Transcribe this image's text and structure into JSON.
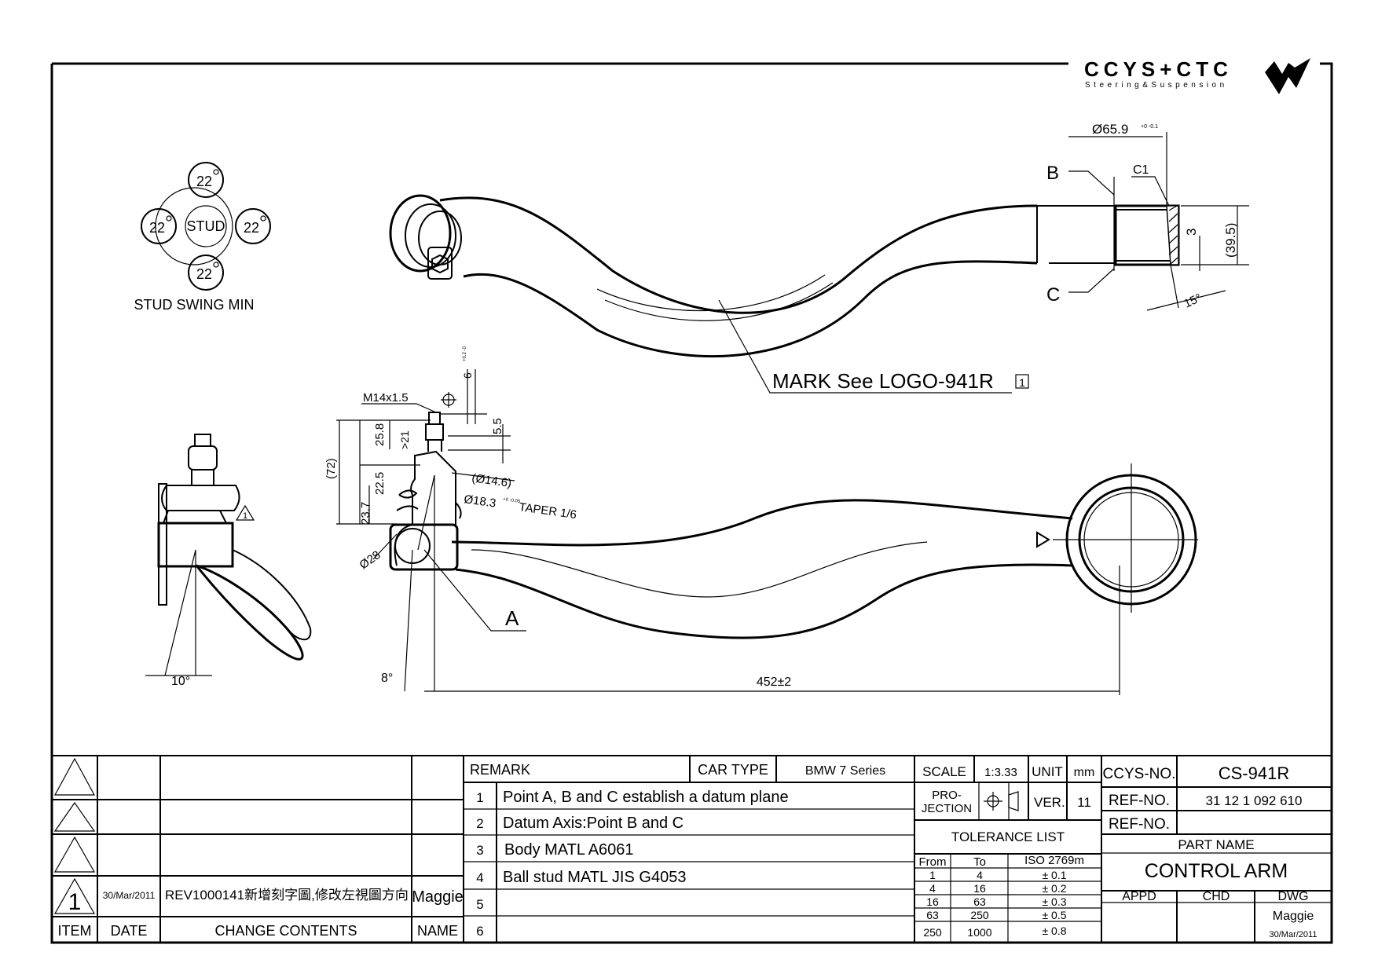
{
  "logo": {
    "brand": "CCYS+CTC",
    "tagline": "Steering&Suspension"
  },
  "stud_swing": {
    "center": "STUD",
    "top": "22",
    "left": "22",
    "right": "22",
    "bottom": "22",
    "caption": "STUD SWING MIN"
  },
  "dims": {
    "outer_dia": "Ø65.9",
    "outer_dia_tol": "+0 -0.1",
    "chamfer": "C1",
    "point_b": "B",
    "point_c": "C",
    "point_a": "A",
    "width_3": "3",
    "height_39": "(39.5)",
    "angle_15": "15°",
    "mark_note": "MARK See LOGO-941R",
    "mark_flag": "1",
    "thread": "M14x1.5",
    "d6": "6",
    "d6_tol": "+0.2 -0",
    "d5_5": "5.5",
    "d72": "(72)",
    "d25_8": "25.8",
    "d21": ">21",
    "d22_5": "22.5",
    "d23_7": "23.7",
    "d14_6": "(Ø14.6)",
    "d18_3": "Ø18.3",
    "d18_3_tol": "+0 -0.05",
    "taper": "TAPER 1/6",
    "d28": "Ø28",
    "rev_flag": "1",
    "angle_10": "10°",
    "angle_8": "8°",
    "length": "452±2"
  },
  "revision": {
    "rows": [
      {
        "item": "",
        "date": "",
        "contents": "",
        "name": ""
      },
      {
        "item": "",
        "date": "",
        "contents": "",
        "name": ""
      },
      {
        "item": "",
        "date": "",
        "contents": "",
        "name": ""
      },
      {
        "item": "1",
        "date": "30/Mar/2011",
        "contents": "REV1000141新增刻字圖,修改左視圖方向",
        "name": "Maggie"
      }
    ],
    "headers": {
      "item": "ITEM",
      "date": "DATE",
      "contents": "CHANGE CONTENTS",
      "name": "NAME"
    }
  },
  "remarks": {
    "header": "REMARK",
    "car_type_label": "CAR TYPE",
    "car_type": "BMW 7 Series",
    "items": [
      {
        "no": "1",
        "text": "Point A, B and C establish a datum plane"
      },
      {
        "no": "2",
        "text": "Datum Axis:Point B and C"
      },
      {
        "no": "3",
        "text": "Body MATL A6061"
      },
      {
        "no": "4",
        "text": "Ball stud MATL JIS G4053"
      },
      {
        "no": "5",
        "text": ""
      },
      {
        "no": "6",
        "text": ""
      }
    ]
  },
  "spec": {
    "scale_label": "SCALE",
    "scale": "1:3.33",
    "unit_label": "UNIT",
    "unit": "mm",
    "projection_label": "PRO-JECTION",
    "ver_label": "VER.",
    "ver": "11",
    "tolerance_title": "TOLERANCE LIST",
    "tol_headers": {
      "from": "From",
      "to": "To",
      "iso": "ISO 2769m"
    },
    "tolerances": [
      {
        "from": "1",
        "to": "4",
        "tol": "± 0.1"
      },
      {
        "from": "4",
        "to": "16",
        "tol": "± 0.2"
      },
      {
        "from": "16",
        "to": "63",
        "tol": "± 0.3"
      },
      {
        "from": "63",
        "to": "250",
        "tol": "± 0.5"
      },
      {
        "from": "250",
        "to": "1000",
        "tol": "± 0.8"
      }
    ]
  },
  "title": {
    "ccys_no_label": "CCYS-NO.",
    "ccys_no": "CS-941R",
    "ref_no_label": "REF-NO.",
    "ref_no": "31 12 1 092 610",
    "ref_no2_label": "REF-NO.",
    "ref_no2": "",
    "part_name_label": "PART NAME",
    "part_name": "CONTROL ARM",
    "appd": "APPD",
    "chd": "CHD",
    "dwg": "DWG",
    "drawn_by": "Maggie",
    "drawn_date": "30/Mar/2011"
  }
}
